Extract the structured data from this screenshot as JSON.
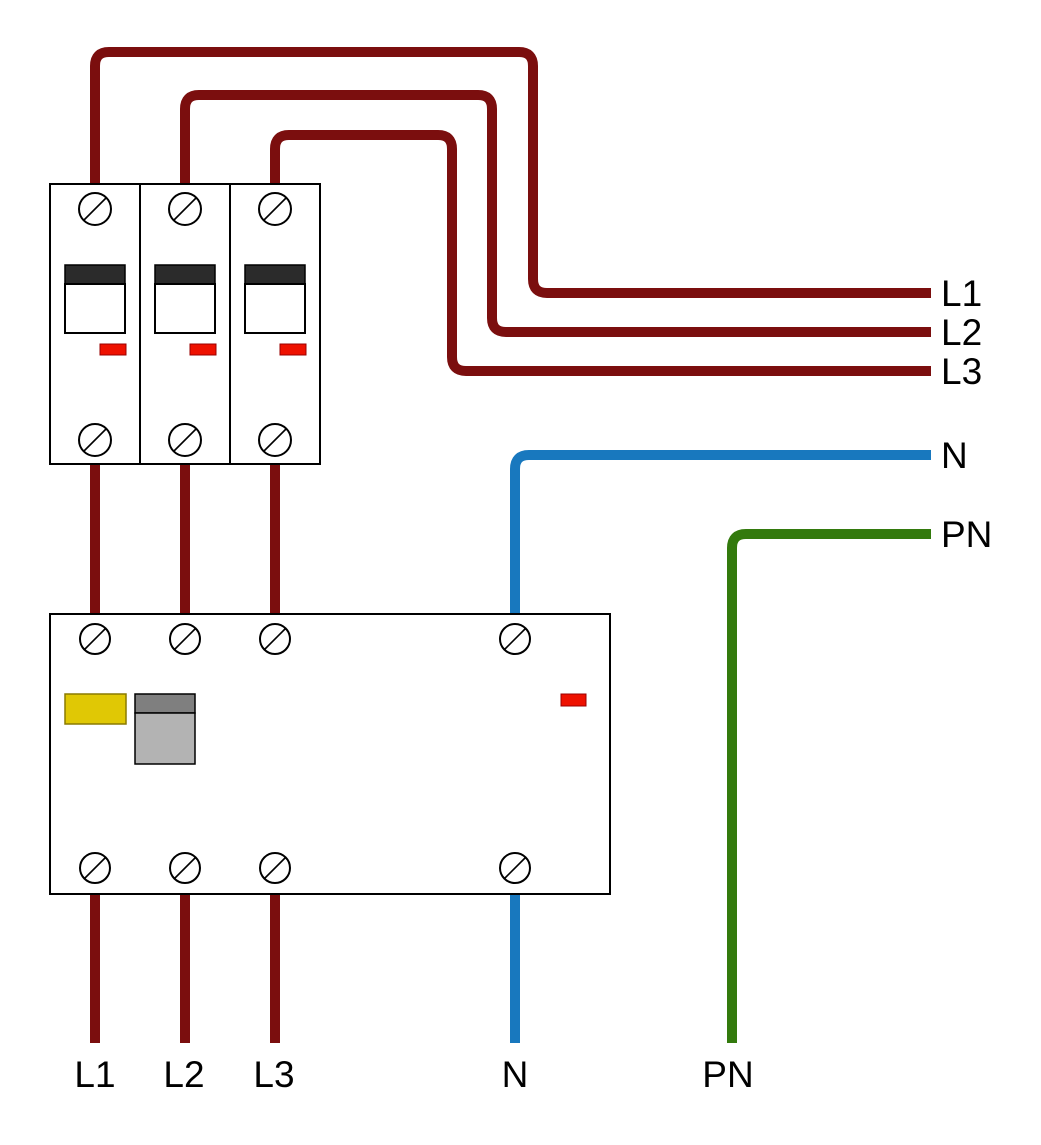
{
  "diagram": {
    "background": "#ffffff",
    "colors": {
      "phase": "#7b0e0e",
      "neutral": "#1878be",
      "pen": "#337a0d",
      "indicator": "#ee1100",
      "test_button": "#e0c805",
      "toggle_dark": "#2b2b2b",
      "rcd_switch_top": "#7f7f7f",
      "rcd_switch_bottom": "#b3b3b3",
      "outline": "#000000"
    },
    "labels": {
      "right": {
        "l1": "L1",
        "l2": "L2",
        "l3": "L3",
        "n": "N",
        "pn": "PN"
      },
      "bottom": {
        "l1": "L1",
        "l2": "L2",
        "l3": "L3",
        "n": "N",
        "pn": "PN"
      }
    }
  }
}
